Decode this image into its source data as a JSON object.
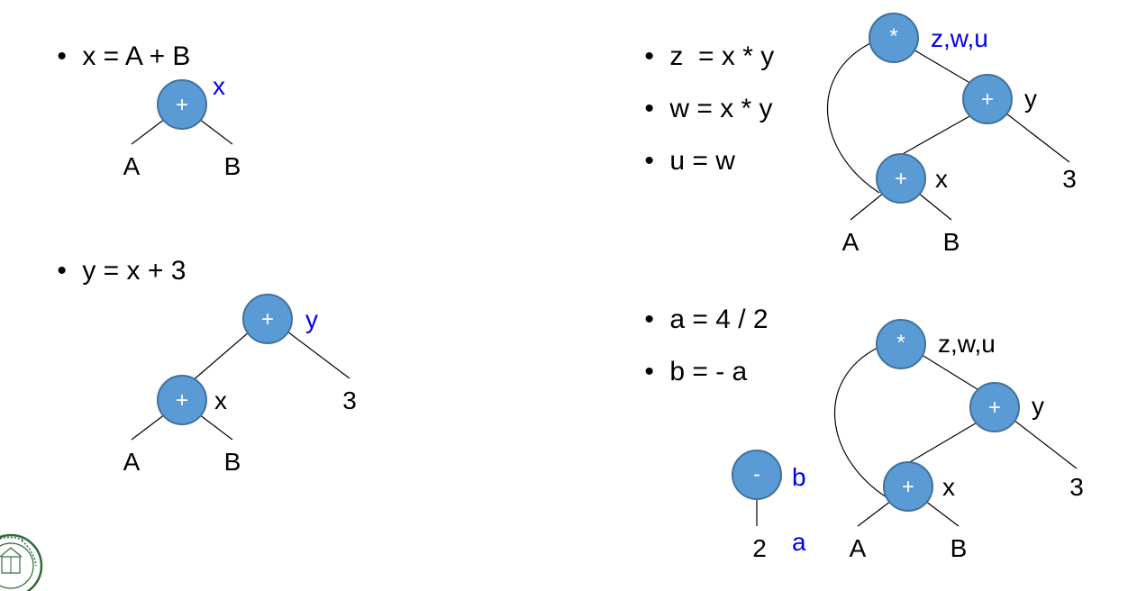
{
  "statements": {
    "s1": "x = A + B",
    "s2": "y = x + 3",
    "s3": "z  = x * y",
    "s4": "w = x * y",
    "s5": "u = w",
    "s6": "a = 4 / 2",
    "s7": "b = - a"
  },
  "ops": {
    "plus": "+",
    "times": "*",
    "minus": "-"
  },
  "labels": {
    "A": "A",
    "B": "B",
    "x": "x",
    "y": "y",
    "three": "3",
    "two": "2",
    "zwu": "z,w,u",
    "a": "a",
    "b": "b"
  },
  "colors": {
    "node_fill": "#5b9bd5",
    "node_stroke": "#41719c",
    "highlight": "#0000ee"
  }
}
